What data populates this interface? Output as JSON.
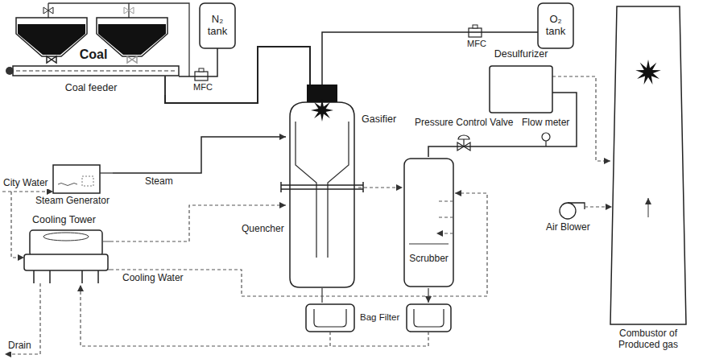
{
  "diagram": {
    "nodes": [
      {
        "text": [
          "Coal",
          "Coal feeder"
        ]
      },
      {
        "text": [
          "N₂ tank"
        ]
      },
      {
        "text": [
          "O₂ tank"
        ]
      },
      {
        "text": [
          "Desulfurizer"
        ]
      },
      {
        "text": [
          "Gasifier"
        ]
      },
      {
        "text": [
          "Steam Generator"
        ]
      },
      {
        "text": [
          "Scrubber"
        ]
      },
      {
        "text": [
          "Cooling Tower"
        ]
      },
      {
        "text": [
          "Combustor of Produced gas"
        ]
      }
    ],
    "edges": [
      {
        "from": 1,
        "to": 0,
        "arrow": "none"
      },
      {
        "from": 0,
        "to": 4,
        "arrow": "none"
      },
      {
        "from": 2,
        "to": 4,
        "arrow": "none"
      },
      {
        "from": 5,
        "to": 4,
        "arrow": "to",
        "label": "Steam"
      },
      {
        "from": 4,
        "to": 6,
        "arrow": "to"
      },
      {
        "from": 6,
        "to": 3,
        "arrow": "none"
      },
      {
        "from": 3,
        "to": 8,
        "arrow": "to"
      },
      {
        "from": 7,
        "to": 4,
        "arrow": "to"
      },
      {
        "from": 7,
        "to": 6,
        "arrow": "to",
        "label": "Cooling Water"
      }
    ],
    "labels": [
      "MFC",
      "MFC",
      "Pressure Control Valve",
      "Flow meter",
      "Air Blower",
      "City Water",
      "Quencher",
      "Bag Filter",
      "Drain"
    ]
  }
}
